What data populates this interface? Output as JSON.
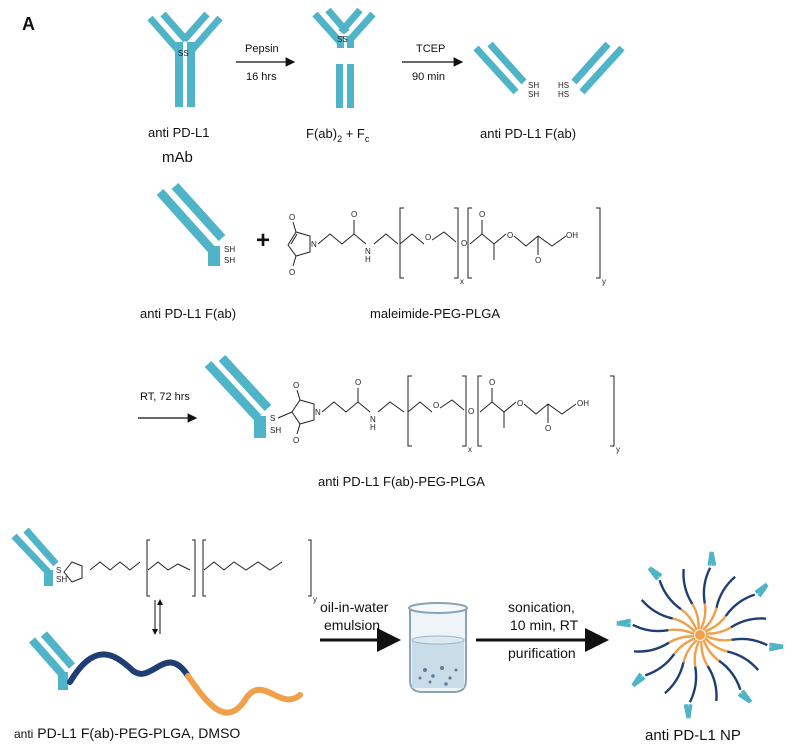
{
  "panel_label": "A",
  "row1": {
    "mab_label_1": "anti PD-L1",
    "mab_label_2": "mAb",
    "step1_top": "Pepsin",
    "step1_bottom": "16 hrs",
    "fab2_label": "F(ab)",
    "fab2_sub": "2",
    "fab2_plus": " + F",
    "fc_sub": "c",
    "step2_top": "TCEP",
    "step2_bottom": "90 min",
    "fab_label": "anti PD-L1 F(ab)",
    "ss": "SS",
    "sh": "SH",
    "hs": "HS"
  },
  "row2": {
    "plus": "+",
    "fab_label": "anti PD-L1 F(ab)",
    "polymer_label": "maleimide-PEG-PLGA",
    "sh": "SH",
    "n": "N",
    "h": "H",
    "o": "O",
    "oh": "OH",
    "x": "x",
    "y": "y"
  },
  "row3": {
    "condition": "RT, 72 hrs",
    "product_label": "anti PD-L1 F(ab)-PEG-PLGA",
    "s": "S",
    "sh": "SH"
  },
  "row4": {
    "left_label_prefix": "anti",
    "left_label_rest": " PD-L1 F(ab)-PEG-PLGA, DMSO",
    "emulsion_1": "oil-in-water",
    "emulsion_2": "emulsion",
    "sonication_1": "sonication,",
    "sonication_2": "10 min, RT",
    "purification": "purification",
    "np_label": "anti PD-L1 NP"
  },
  "colors": {
    "antibody": "#4fb4c8",
    "peg": "#1f3f73",
    "plga": "#f0a04b",
    "beaker": "#c9dde8"
  }
}
